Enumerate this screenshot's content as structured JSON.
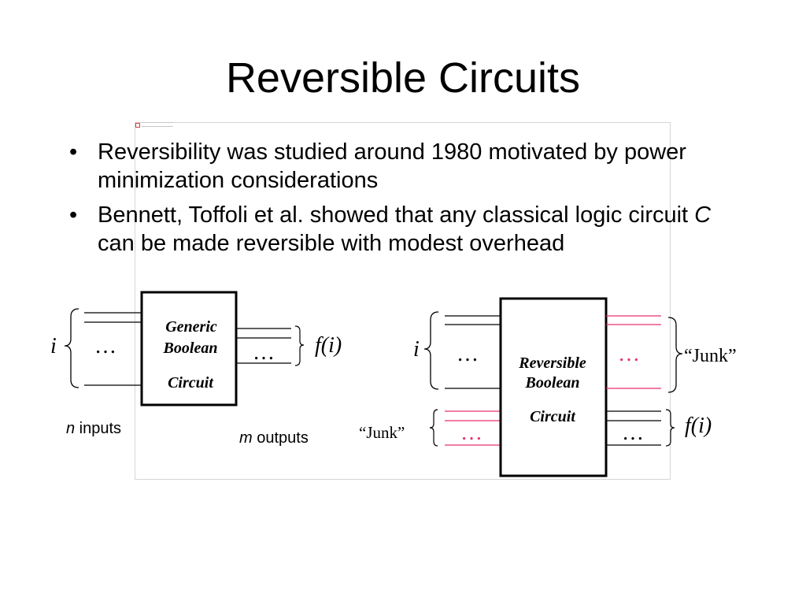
{
  "title": "Reversible Circuits",
  "bullets": [
    {
      "text": "Reversibility was studied around 1980 motivated by power minimization considerations"
    },
    {
      "text_before": "Bennett, Toffoli et al. showed that any classical logic circuit ",
      "italic": "C",
      "text_after": " can be made reversible with modest overhead"
    }
  ],
  "generic_diagram": {
    "input_label": "i",
    "input_dots": "…",
    "box_lines": [
      "Generic",
      "Boolean",
      "Circuit"
    ],
    "output_dots": "…",
    "output_label": "f(i)",
    "n_label": {
      "var": "n",
      "text": " inputs"
    },
    "m_label": {
      "var": "m",
      "text": " outputs"
    }
  },
  "reversible_diagram": {
    "input_label": "i",
    "input_dots": "…",
    "junk_in_label": "“Junk”",
    "junk_in_dots": "…",
    "box_lines": [
      "Reversible",
      "Boolean",
      "Circuit"
    ],
    "junk_out_dots": "…",
    "junk_out_label": "“Junk”",
    "output_dots": "…",
    "output_label": "f(i)"
  },
  "colors": {
    "junk_wire": "#e8336d",
    "normal_wire": "#000000",
    "frame": "#d6d6d6"
  }
}
